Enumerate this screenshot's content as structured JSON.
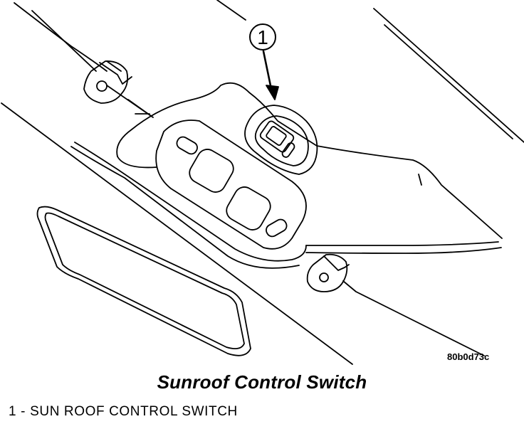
{
  "callout": {
    "number": "1"
  },
  "figure_code": "80b0d73c",
  "caption": "Sunroof Control Switch",
  "legend": [
    {
      "number": "1",
      "separator": "-",
      "label": "SUN ROOF CONTROL SWITCH"
    }
  ],
  "colors": {
    "line": "#000000",
    "background": "#ffffff"
  }
}
